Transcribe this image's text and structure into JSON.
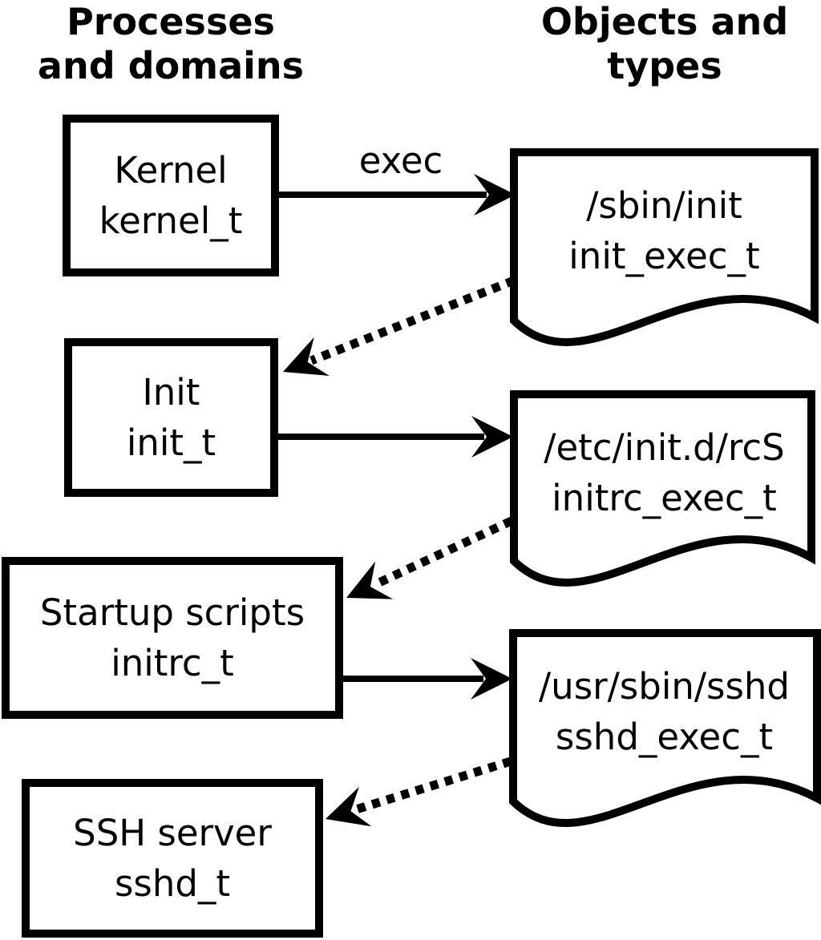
{
  "diagram": {
    "title_left": "Processes\nand domains",
    "title_right": "Objects and\ntypes",
    "processes": [
      {
        "id": "kernel_t",
        "name": "Kernel",
        "domain": "kernel_t"
      },
      {
        "id": "init_t",
        "name": "Init",
        "domain": "init_t"
      },
      {
        "id": "initrc_t",
        "name": "Startup scripts",
        "domain": "initrc_t"
      },
      {
        "id": "sshd_t",
        "name": "SSH server",
        "domain": "sshd_t"
      }
    ],
    "objects": [
      {
        "id": "init_exec_t",
        "path": "/sbin/init",
        "type": "init_exec_t"
      },
      {
        "id": "initrc_exec_t",
        "path": "/etc/init.d/rcS",
        "type": "initrc_exec_t"
      },
      {
        "id": "sshd_exec_t",
        "path": "/usr/sbin/sshd",
        "type": "sshd_exec_t"
      }
    ],
    "edges": [
      {
        "from": "kernel_t",
        "to": "init_exec_t",
        "style": "solid",
        "label": "exec"
      },
      {
        "from": "init_exec_t",
        "to": "init_t",
        "style": "dotted",
        "label": ""
      },
      {
        "from": "init_t",
        "to": "initrc_exec_t",
        "style": "solid",
        "label": ""
      },
      {
        "from": "initrc_exec_t",
        "to": "initrc_t",
        "style": "dotted",
        "label": ""
      },
      {
        "from": "initrc_t",
        "to": "sshd_exec_t",
        "style": "solid",
        "label": ""
      },
      {
        "from": "sshd_exec_t",
        "to": "sshd_t",
        "style": "dotted",
        "label": ""
      }
    ],
    "colors": {
      "stroke": "#000000",
      "background": "#ffffff"
    }
  }
}
